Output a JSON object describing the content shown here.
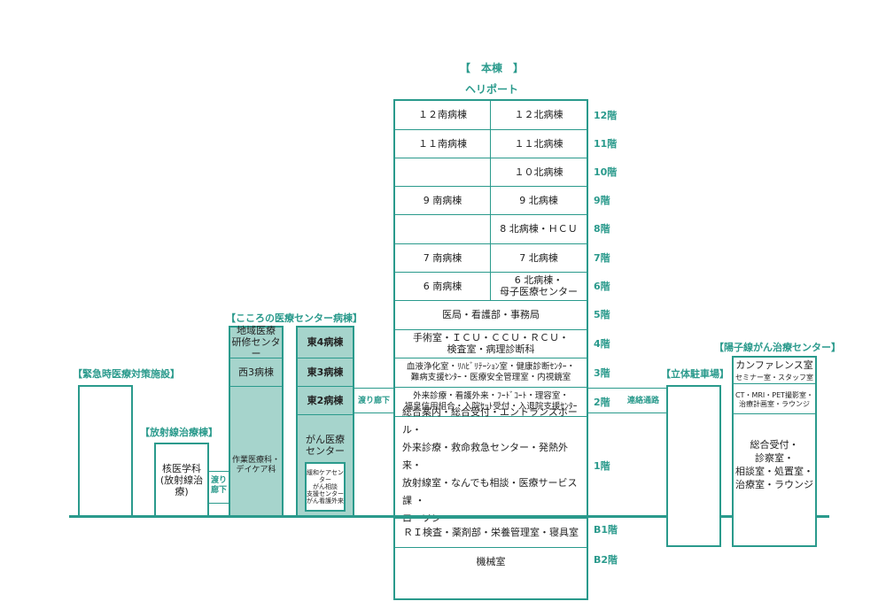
{
  "main_building": {
    "title": "【　本棟　】",
    "heliport": "ヘリポート",
    "rows": [
      {
        "floor": "12階",
        "south": "１２南病棟",
        "north": "１２北病棟"
      },
      {
        "floor": "11階",
        "south": "１１南病棟",
        "north": "１１北病棟"
      },
      {
        "floor": "10階",
        "south": "",
        "north": "１０北病棟"
      },
      {
        "floor": "9階",
        "south": "9 南病棟",
        "north": "9 北病棟"
      },
      {
        "floor": "8階",
        "south": "",
        "north": "8 北病棟・ＨＣＵ"
      },
      {
        "floor": "7階",
        "south": "7 南病棟",
        "north": "7 北病棟"
      },
      {
        "floor": "6階",
        "south": "6 南病棟",
        "north": "6 北病棟・\n母子医療センター"
      }
    ],
    "full_rows": [
      {
        "floor": "5階",
        "text": "医局・看護部・事務局"
      },
      {
        "floor": "4階",
        "text": "手術室・ＩＣＵ・ＣＣＵ・ＲＣＵ・\n検査室・病理診断科"
      },
      {
        "floor": "3階",
        "text": "血液浄化室・ﾘﾊﾋﾞﾘﾃｰｼｮﾝ室・健康診断ｾﾝﾀｰ・\n難病支援ｾﾝﾀｰ・医療安全管理室・内視鏡室"
      },
      {
        "floor": "2階",
        "text": "外来診療・看護外来・ﾌｰﾄﾞｺｰﾄ・理容室・\n福泉信用組合・入院ｾｯﾄ受付・入退院支援ｾﾝﾀｰ"
      },
      {
        "floor": "1階",
        "text": "総合案内・総合受付・エントランスホール・\n外来診療・救命救急センター・発熱外来・\n放射線室・なんでも相談・医療サービス課 ・\nローソン"
      },
      {
        "floor": "B1階",
        "text": "ＲＩ検査・薬剤部・栄養管理室・寝具室"
      },
      {
        "floor": "B2階",
        "text": "機械室"
      }
    ]
  },
  "emergency": {
    "title": "【緊急時医療対策施設】"
  },
  "radiation": {
    "title": "【放射線治療棟】",
    "text": "核医学科\n(放射線治療)",
    "corridor": "渡り\n廊下"
  },
  "kokoro": {
    "title": "【こころの医療センター病棟】",
    "west_top": "地域医療\n研修センター",
    "west_3": "西3病棟",
    "west_1": "作業医療科・\nデイケア科",
    "east_4": "東4病棟",
    "east_3": "東3病棟",
    "east_2": "東2病棟",
    "east_1_main": "がん医療\nセンター",
    "east_1_sub": "緩和ケアセンター\nがん相談\n支援センター\nがん看護外来",
    "corridor": "渡り廊下"
  },
  "parking": {
    "title": "【立体駐車場】",
    "corridor": "連絡通路"
  },
  "cancer_center": {
    "title": "【陽子線がん治療センター】",
    "conference": "カンファレンス室",
    "conference_sub": "セミナー室・スタッフ室",
    "ct": "CT・MRI・PET撮影室・\n治療計画室・ラウンジ",
    "reception": "総合受付・\n診察室・\n相談室・処置室・\n治療室・ラウンジ"
  }
}
